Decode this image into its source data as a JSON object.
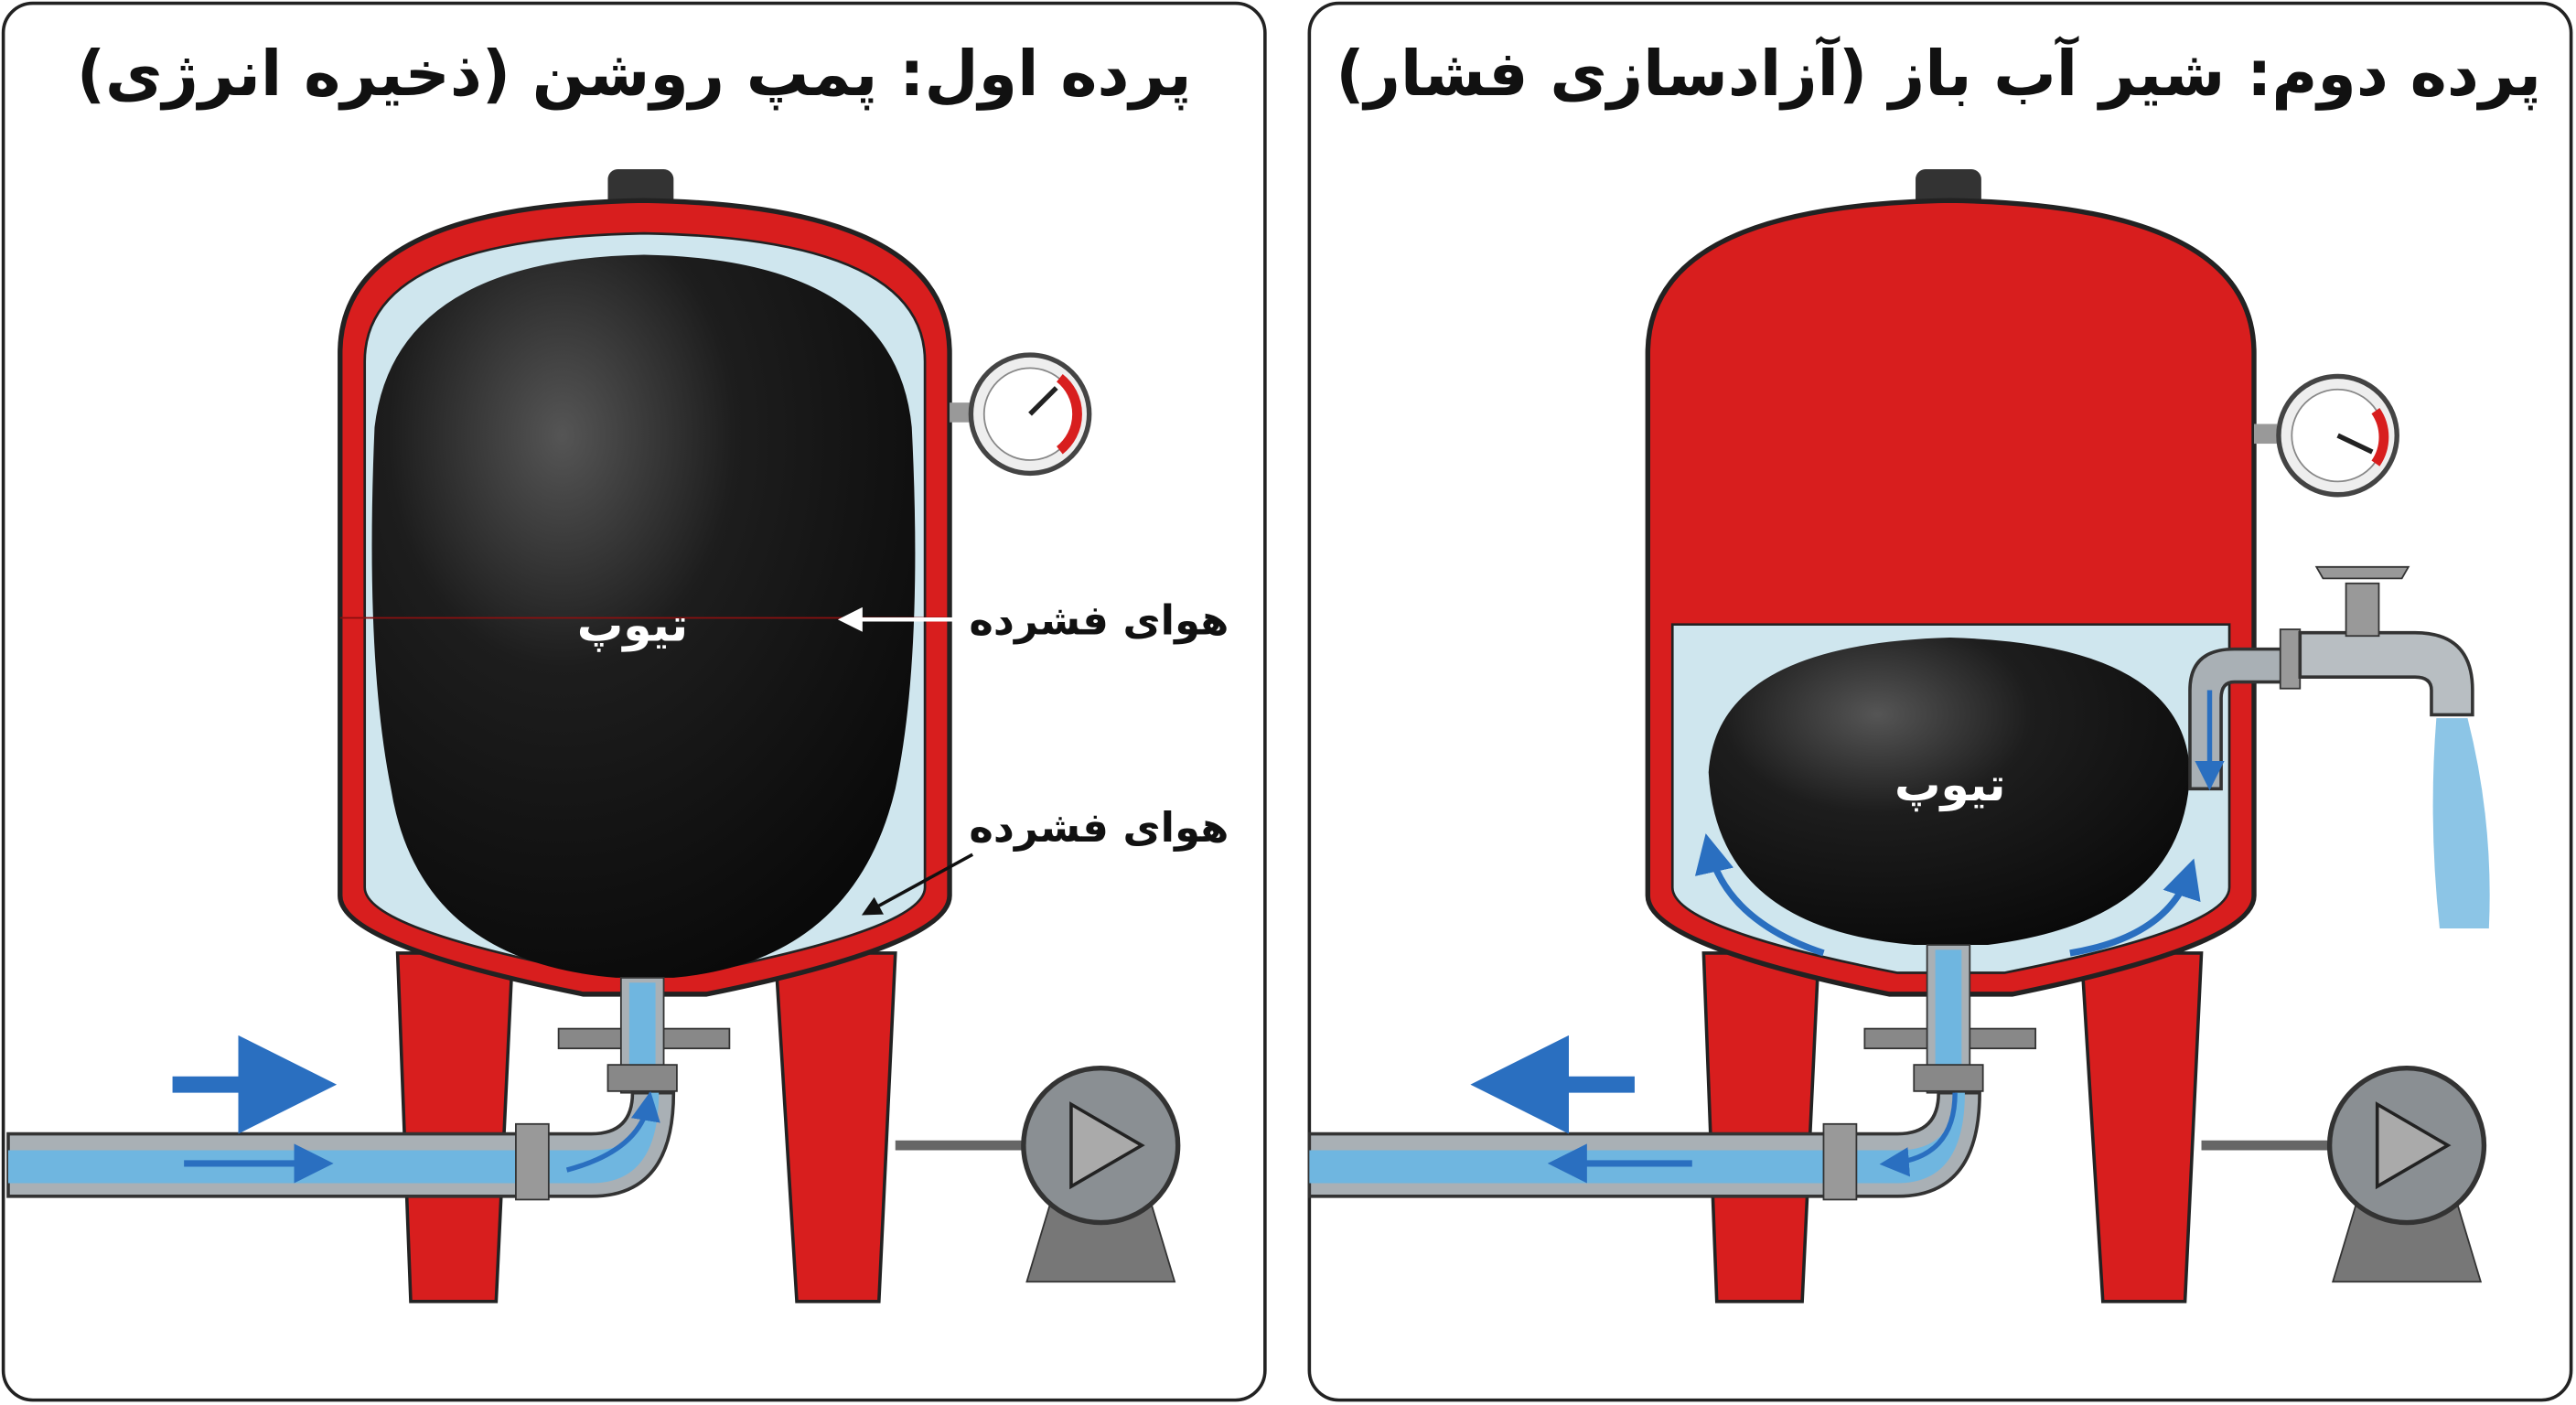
{
  "panel1": {
    "title": "پرده اول: پمپ روشن (ذخیره انرژی)",
    "bladder_label": "تیوپ",
    "label_top": "هوای فشرده",
    "label_bottom": "هوای فشرده"
  },
  "panel2": {
    "title": "پرده دوم: شیر آب باز (آزادسازی فشار)",
    "bladder_label": "تیوپ"
  },
  "colors": {
    "tank": "#d81e1e",
    "water": "#cfe6ee",
    "bladder": "#151515",
    "arrow": "#2a6fc0",
    "pipe": "#a9b0b5"
  }
}
